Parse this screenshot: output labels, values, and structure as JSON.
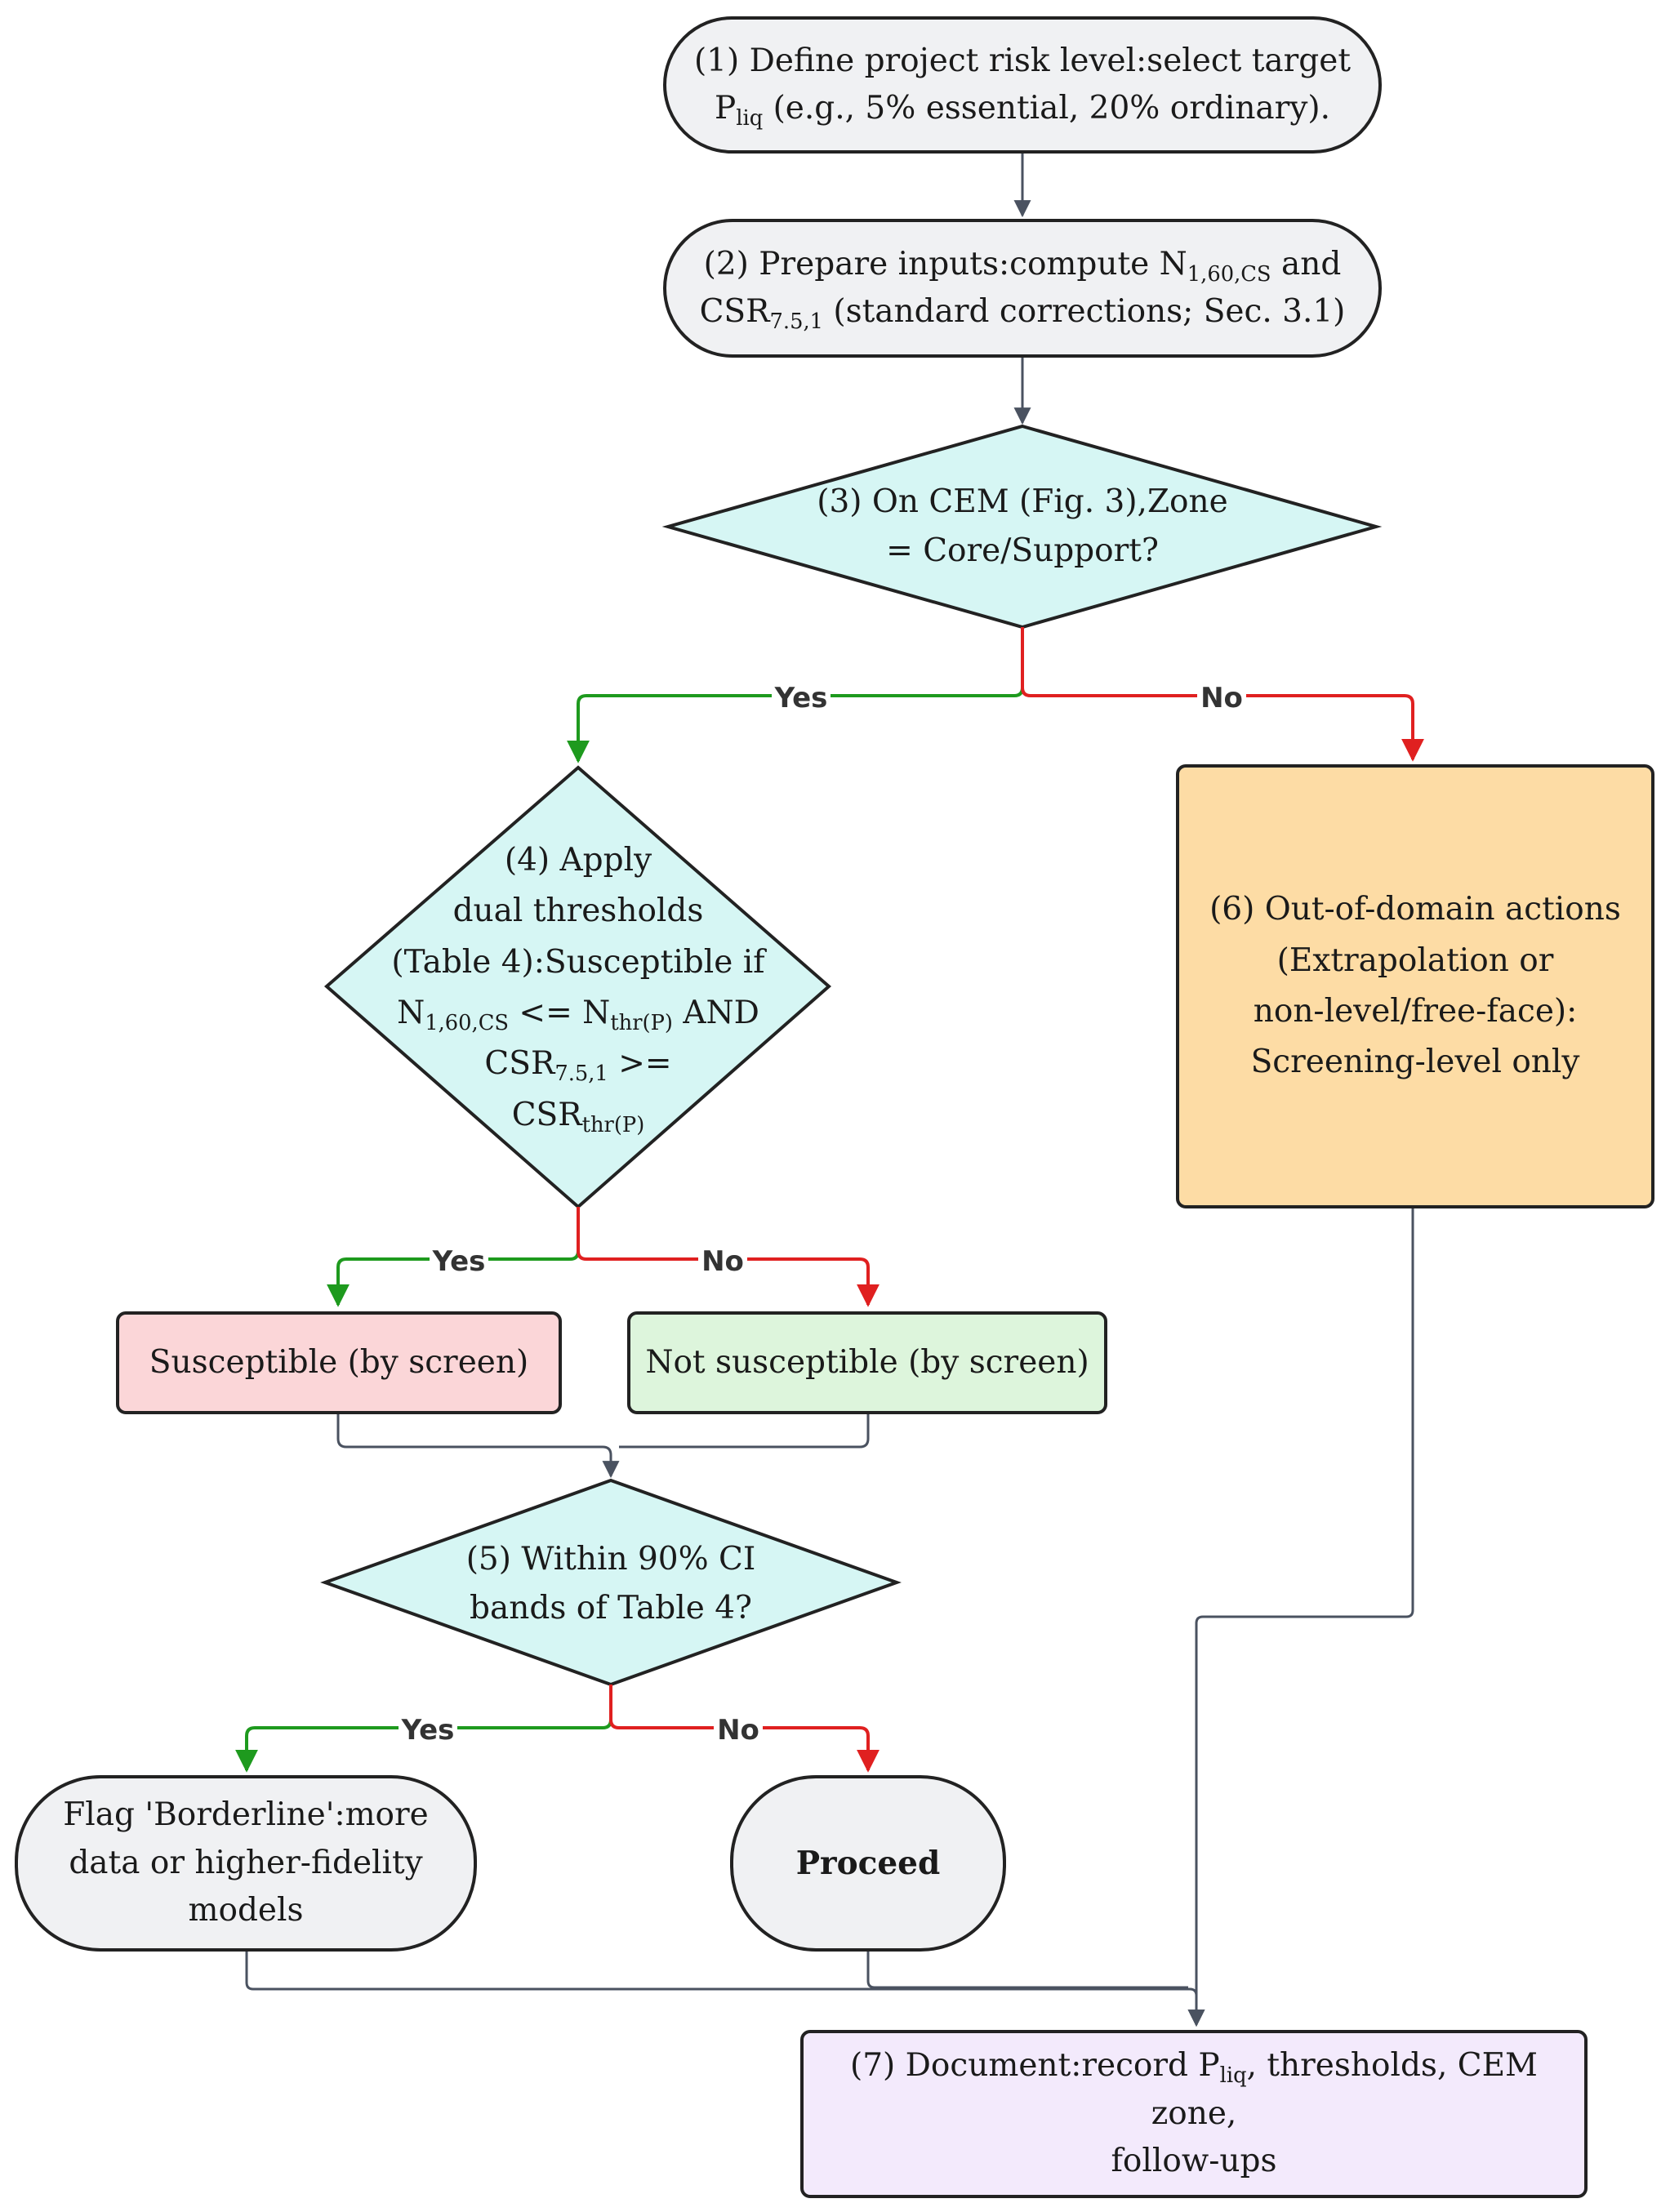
{
  "nodes": {
    "n1": {
      "l1": "(1) Define project risk level:select target",
      "l2a": "P",
      "l2sub": "liq",
      "l2b": " (e.g., 5% essential, 20% ordinary)."
    },
    "n2": {
      "l1a": "(2) Prepare inputs:compute N",
      "l1sub": "1,60,CS",
      "l1b": " and",
      "l2a": "CSR",
      "l2sub": "7.5,1",
      "l2b": " (standard corrections; Sec. 3.1)"
    },
    "n3": {
      "l1": "(3) On CEM (Fig. 3),Zone",
      "l2": "= Core/Support?"
    },
    "n4": {
      "l1": "(4) Apply",
      "l2": "dual thresholds",
      "l3": "(Table 4):Susceptible if",
      "l4a": "N",
      "l4sub": "1,60,CS",
      "l4b": " <= N",
      "l4sub2": "thr(P)",
      "l4c": " AND",
      "l5a": "CSR",
      "l5sub": "7.5,1",
      "l5b": " >=",
      "l6a": "CSR",
      "l6sub": "thr(P)"
    },
    "n5": {
      "l1": "(5) Within 90% CI",
      "l2": "bands of Table 4?"
    },
    "n6": {
      "l1": "(6) Out-of-domain actions",
      "l2": "(Extrapolation or",
      "l3": "non-level/free-face):",
      "l4": "Screening-level only"
    },
    "n7": {
      "l1a": "(7) Document:record P",
      "l1sub": "liq",
      "l1b": ", thresholds, CEM zone,",
      "l2": "follow-ups"
    },
    "susceptible": {
      "text": "Susceptible (by screen)"
    },
    "not_susceptible": {
      "text": "Not susceptible (by screen)"
    },
    "borderline": {
      "l1": "Flag 'Borderline':more",
      "l2": "data or higher-fidelity",
      "l3": "models"
    },
    "proceed": {
      "text": "Proceed"
    }
  },
  "edge_labels": {
    "n3_yes": "Yes",
    "n3_no": "No",
    "n4_yes": "Yes",
    "n4_no": "No",
    "n5_yes": "Yes",
    "n5_no": "No"
  },
  "colors": {
    "yes_edge": "#1e9a1e",
    "no_edge": "#e02020",
    "plain_edge": "#555555",
    "decision_fill": "#d6f6f4",
    "pill_fill": "#f0f1f3",
    "susceptible_fill": "#fbd6d8",
    "not_susceptible_fill": "#ddf5dc",
    "out_of_domain_fill": "#fddca5",
    "document_fill": "#f3eafc"
  }
}
